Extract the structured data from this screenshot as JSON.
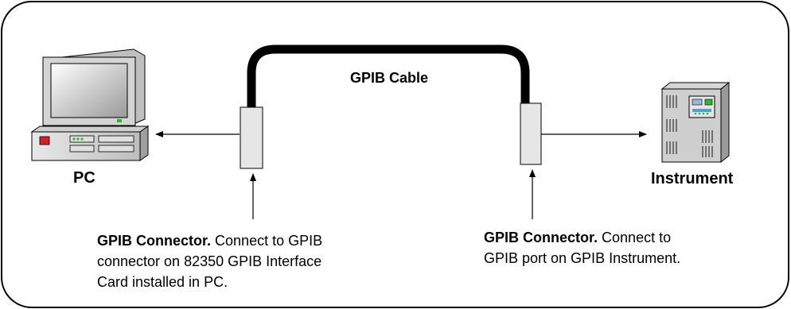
{
  "cable": {
    "label": "GPIB Cable"
  },
  "pc": {
    "label": "PC"
  },
  "instrument": {
    "label": "Instrument"
  },
  "left_connector": {
    "title": "GPIB Connector.",
    "line1": "Connect to GPIB",
    "line2": "connector on 82350 GPIB Interface",
    "line3": "Card installed in PC."
  },
  "right_connector": {
    "title": "GPIB Connector.",
    "line1": "Connect to",
    "line2": "GPIB port on GPIB Instrument."
  }
}
